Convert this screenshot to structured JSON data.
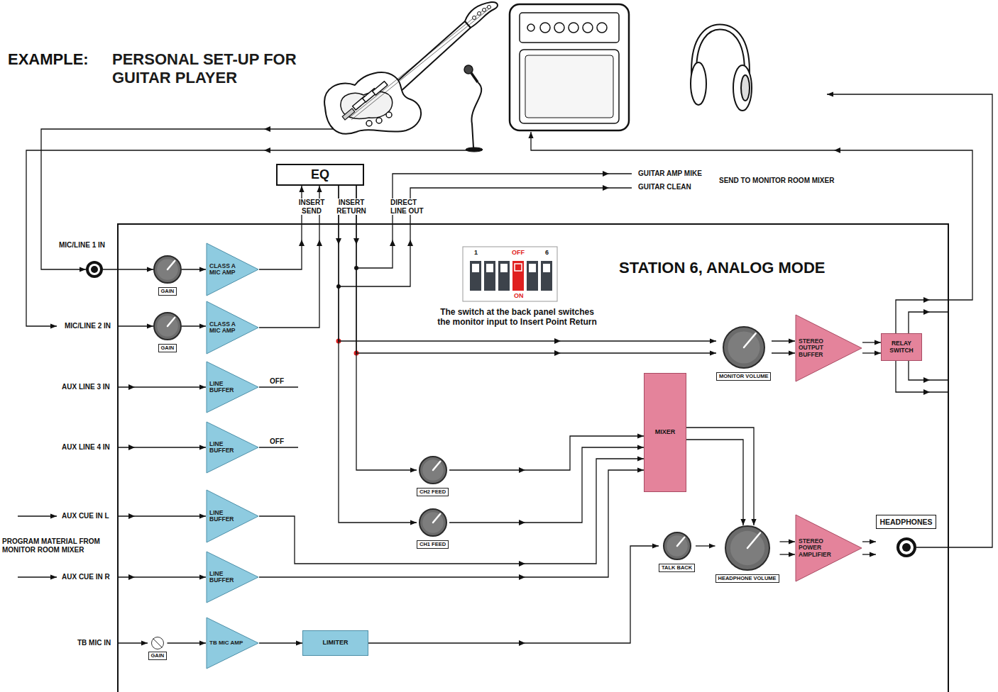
{
  "diagram": {
    "title": "PERSONAL SET-UP FOR GUITAR PLAYER",
    "nodes": [
      {
        "text": [
          "EQ"
        ]
      },
      {
        "text": [
          "STATION 6, ANALOG MODE"
        ]
      },
      {
        "text": [
          "GAIN"
        ],
        "in": 1
      },
      {
        "text": [
          "CLASS A MIC AMP"
        ],
        "in": 1
      },
      {
        "text": [
          "GAIN"
        ],
        "in": 1
      },
      {
        "text": [
          "CLASS A MIC AMP"
        ],
        "in": 1
      },
      {
        "text": [
          "LINE BUFFER"
        ],
        "in": 1
      },
      {
        "text": [
          "LINE BUFFER"
        ],
        "in": 1
      },
      {
        "text": [
          "LINE BUFFER"
        ],
        "in": 1
      },
      {
        "text": [
          "LINE BUFFER"
        ],
        "in": 1
      },
      {
        "text": [
          "GAIN"
        ],
        "in": 1
      },
      {
        "text": [
          "TB MIC AMP"
        ],
        "in": 1
      },
      {
        "text": [
          "LIMITER"
        ],
        "in": 1
      },
      {
        "text": [
          "CH2 FEED"
        ],
        "in": 1
      },
      {
        "text": [
          "CH1 FEED"
        ],
        "in": 1
      },
      {
        "text": [
          "MONITOR VOLUME"
        ],
        "in": 1
      },
      {
        "text": [
          "STEREO OUTPUT BUFFER"
        ],
        "in": 1
      },
      {
        "text": [
          "RELAY SWITCH"
        ],
        "in": 1
      },
      {
        "text": [
          "MIXER"
        ],
        "in": 1
      },
      {
        "text": [
          "TALK BACK"
        ],
        "in": 1
      },
      {
        "text": [
          "HEADPHONE VOLUME"
        ],
        "in": 1
      },
      {
        "text": [
          "STEREO POWER AMPLIFIER"
        ],
        "in": 1
      },
      {
        "text": [
          "HEADPHONES"
        ],
        "in": 1
      }
    ],
    "edges": [
      {
        "from": 2,
        "to": 3,
        "arrow": "to"
      },
      {
        "from": 3,
        "to": 0,
        "arrow": "to"
      },
      {
        "from": 4,
        "to": 5,
        "arrow": "to"
      },
      {
        "from": 5,
        "to": 0,
        "arrow": "to"
      },
      {
        "from": 0,
        "to": 14,
        "arrow": "to"
      },
      {
        "from": 0,
        "to": 13,
        "arrow": "to"
      },
      {
        "from": 0,
        "to": 15,
        "arrow": "to"
      },
      {
        "from": 0,
        "to": 15,
        "arrow": "to"
      },
      {
        "from": 13,
        "to": 18,
        "arrow": "to"
      },
      {
        "from": 14,
        "to": 18,
        "arrow": "to"
      },
      {
        "from": 8,
        "to": 18,
        "arrow": "to"
      },
      {
        "from": 9,
        "to": 18,
        "arrow": "to"
      },
      {
        "from": 18,
        "to": 20,
        "arrow": "to"
      },
      {
        "from": 18,
        "to": 20,
        "arrow": "to"
      },
      {
        "from": 15,
        "to": 16,
        "arrow": "to"
      },
      {
        "from": 15,
        "to": 16,
        "arrow": "to"
      },
      {
        "from": 16,
        "to": 17,
        "arrow": "to"
      },
      {
        "from": 16,
        "to": 17,
        "arrow": "to"
      },
      {
        "from": 20,
        "to": 21,
        "arrow": "to"
      },
      {
        "from": 20,
        "to": 21,
        "arrow": "to"
      },
      {
        "from": 21,
        "to": 22,
        "arrow": "to"
      },
      {
        "from": 21,
        "to": 22,
        "arrow": "to"
      },
      {
        "from": 10,
        "to": 11,
        "arrow": "to"
      },
      {
        "from": 11,
        "to": 12,
        "arrow": "to"
      },
      {
        "from": 12,
        "to": 19,
        "arrow": "to"
      },
      {
        "from": 19,
        "to": 20,
        "arrow": "to"
      }
    ],
    "labels": [
      "EXAMPLE:",
      "INSERT SEND",
      "INSERT RETURN",
      "DIRECT LINE OUT",
      "GUITAR AMP MIKE",
      "GUITAR CLEAN",
      "SEND TO MONITOR ROOM MIXER",
      "MIC/LINE 1 IN",
      "MIC/LINE 2 IN",
      "AUX LINE 3 IN",
      "AUX LINE 4 IN",
      "OFF",
      "OFF",
      "AUX CUE IN L",
      "PROGRAM MATERIAL FROM MONITOR ROOM MIXER",
      "AUX CUE IN R",
      "TB MIC IN",
      "1",
      "OFF",
      "6",
      "ON",
      "The switch at the back panel switches the monitor input to Insert Point Return"
    ]
  }
}
